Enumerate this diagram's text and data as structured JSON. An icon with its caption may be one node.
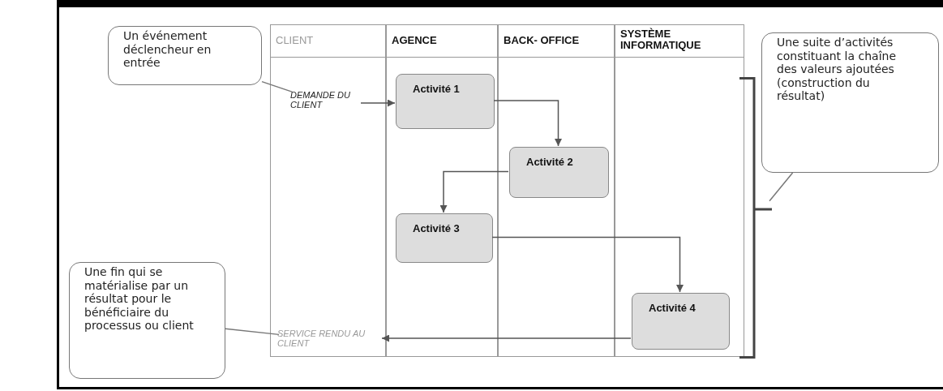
{
  "diagram": {
    "nodes": [
      {
        "text": [
          "Un événement déclencheur en entrée"
        ]
      },
      {
        "text": [
          "CLIENT"
        ]
      },
      {
        "text": [
          "AGENCE"
        ]
      },
      {
        "text": [
          "BACK- OFFICE"
        ]
      },
      {
        "text": [
          "SYSTÈME INFORMATIQUE"
        ]
      },
      {
        "text": [
          "DEMANDE DU CLIENT"
        ],
        "in": 1
      },
      {
        "text": [
          "Activité 1"
        ],
        "in": 2
      },
      {
        "text": [
          "Activité 2"
        ],
        "in": 3
      },
      {
        "text": [
          "Activité 3"
        ],
        "in": 2
      },
      {
        "text": [
          "Activité 4"
        ],
        "in": 4
      },
      {
        "text": [
          "SERVICE RENDU AU CLIENT"
        ],
        "in": 1
      },
      {
        "text": [],
        "shape": "bracket"
      },
      {
        "text": [
          "Une suite d’activités constituant la chaîne des valeurs ajoutées (construction du résultat)"
        ]
      },
      {
        "text": [
          "Une fin qui se matérialise par un résultat pour le bénéficiaire du processus ou client"
        ]
      }
    ],
    "edges": [
      {
        "from": 0,
        "to": 5,
        "arrow": "none"
      },
      {
        "from": 5,
        "to": 6,
        "arrow": "to"
      },
      {
        "from": 6,
        "to": 7,
        "arrow": "to"
      },
      {
        "from": 7,
        "to": 8,
        "arrow": "to"
      },
      {
        "from": 8,
        "to": 9,
        "arrow": "to"
      },
      {
        "from": 9,
        "to": 10,
        "arrow": "to"
      },
      {
        "from": 12,
        "to": 11,
        "arrow": "none"
      },
      {
        "from": 13,
        "to": 10,
        "arrow": "none"
      }
    ]
  }
}
